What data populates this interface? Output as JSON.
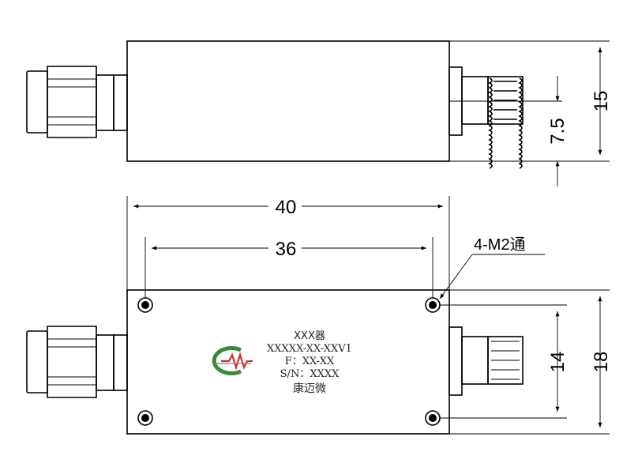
{
  "dimensions": {
    "top_height": "15",
    "top_half": "7.5",
    "length": "40",
    "hole_spacing": "36",
    "bottom_height": "18",
    "hole_vertical": "14"
  },
  "callout": {
    "holes": "4-M2通"
  },
  "label": {
    "line1": "XXX器",
    "line2": "XXXXX-XX-XXV1",
    "line3": "F：XX-XX",
    "line4": "S/N：XXXX",
    "line5": "康迈微"
  },
  "colors": {
    "logo_green": "#3a8a3a",
    "logo_red": "#d03030",
    "logo_gray": "#888888"
  }
}
